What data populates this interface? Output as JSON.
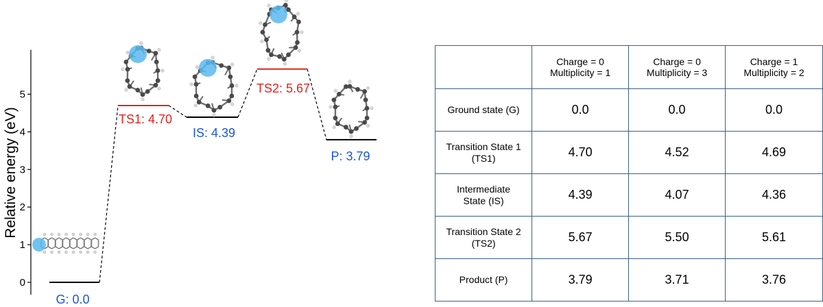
{
  "chart_data": {
    "type": "line",
    "title": "",
    "ylabel": "Relative energy (eV)",
    "xlabel": "",
    "ylim": [
      -0.3,
      6
    ],
    "yticks": [
      0,
      1,
      2,
      3,
      4,
      5
    ],
    "grid": false,
    "level_color": "#000000",
    "ts_color": "#e8201a",
    "int_color": "#1a56e0",
    "connector_style": "dashed",
    "levels": [
      {
        "id": "G",
        "label": "G: 0.0",
        "value": 0.0,
        "kind": "minimum"
      },
      {
        "id": "TS1",
        "label": "TS1: 4.70",
        "value": 4.7,
        "kind": "transition"
      },
      {
        "id": "IS",
        "label": "IS: 4.39",
        "value": 4.39,
        "kind": "minimum"
      },
      {
        "id": "TS2",
        "label": "TS2: 5.67",
        "value": 5.67,
        "kind": "transition"
      },
      {
        "id": "P",
        "label": "P: 3.79",
        "value": 3.79,
        "kind": "minimum"
      }
    ],
    "highlight_color": "#5bb8f0",
    "atom_color": "#4a4a4a",
    "hydrogen_color": "#d8d8d8"
  },
  "table": {
    "header": [
      "",
      "Charge = 0\nMultiplicity = 1",
      "Charge = 0\nMultiplicity = 3",
      "Charge = 1\nMultiplicity = 2"
    ],
    "rows": [
      {
        "label": "Ground state (G)",
        "values": [
          "0.0",
          "0.0",
          "0.0"
        ]
      },
      {
        "label": "Transition State 1\n(TS1)",
        "values": [
          "4.70",
          "4.52",
          "4.69"
        ]
      },
      {
        "label": "Intermediate\nState (IS)",
        "values": [
          "4.39",
          "4.07",
          "4.36"
        ]
      },
      {
        "label": "Transition State 2\n(TS2)",
        "values": [
          "5.67",
          "5.50",
          "5.61"
        ]
      },
      {
        "label": "Product (P)",
        "values": [
          "3.79",
          "3.71",
          "3.76"
        ]
      }
    ],
    "border_color": "#3a5f8c"
  }
}
